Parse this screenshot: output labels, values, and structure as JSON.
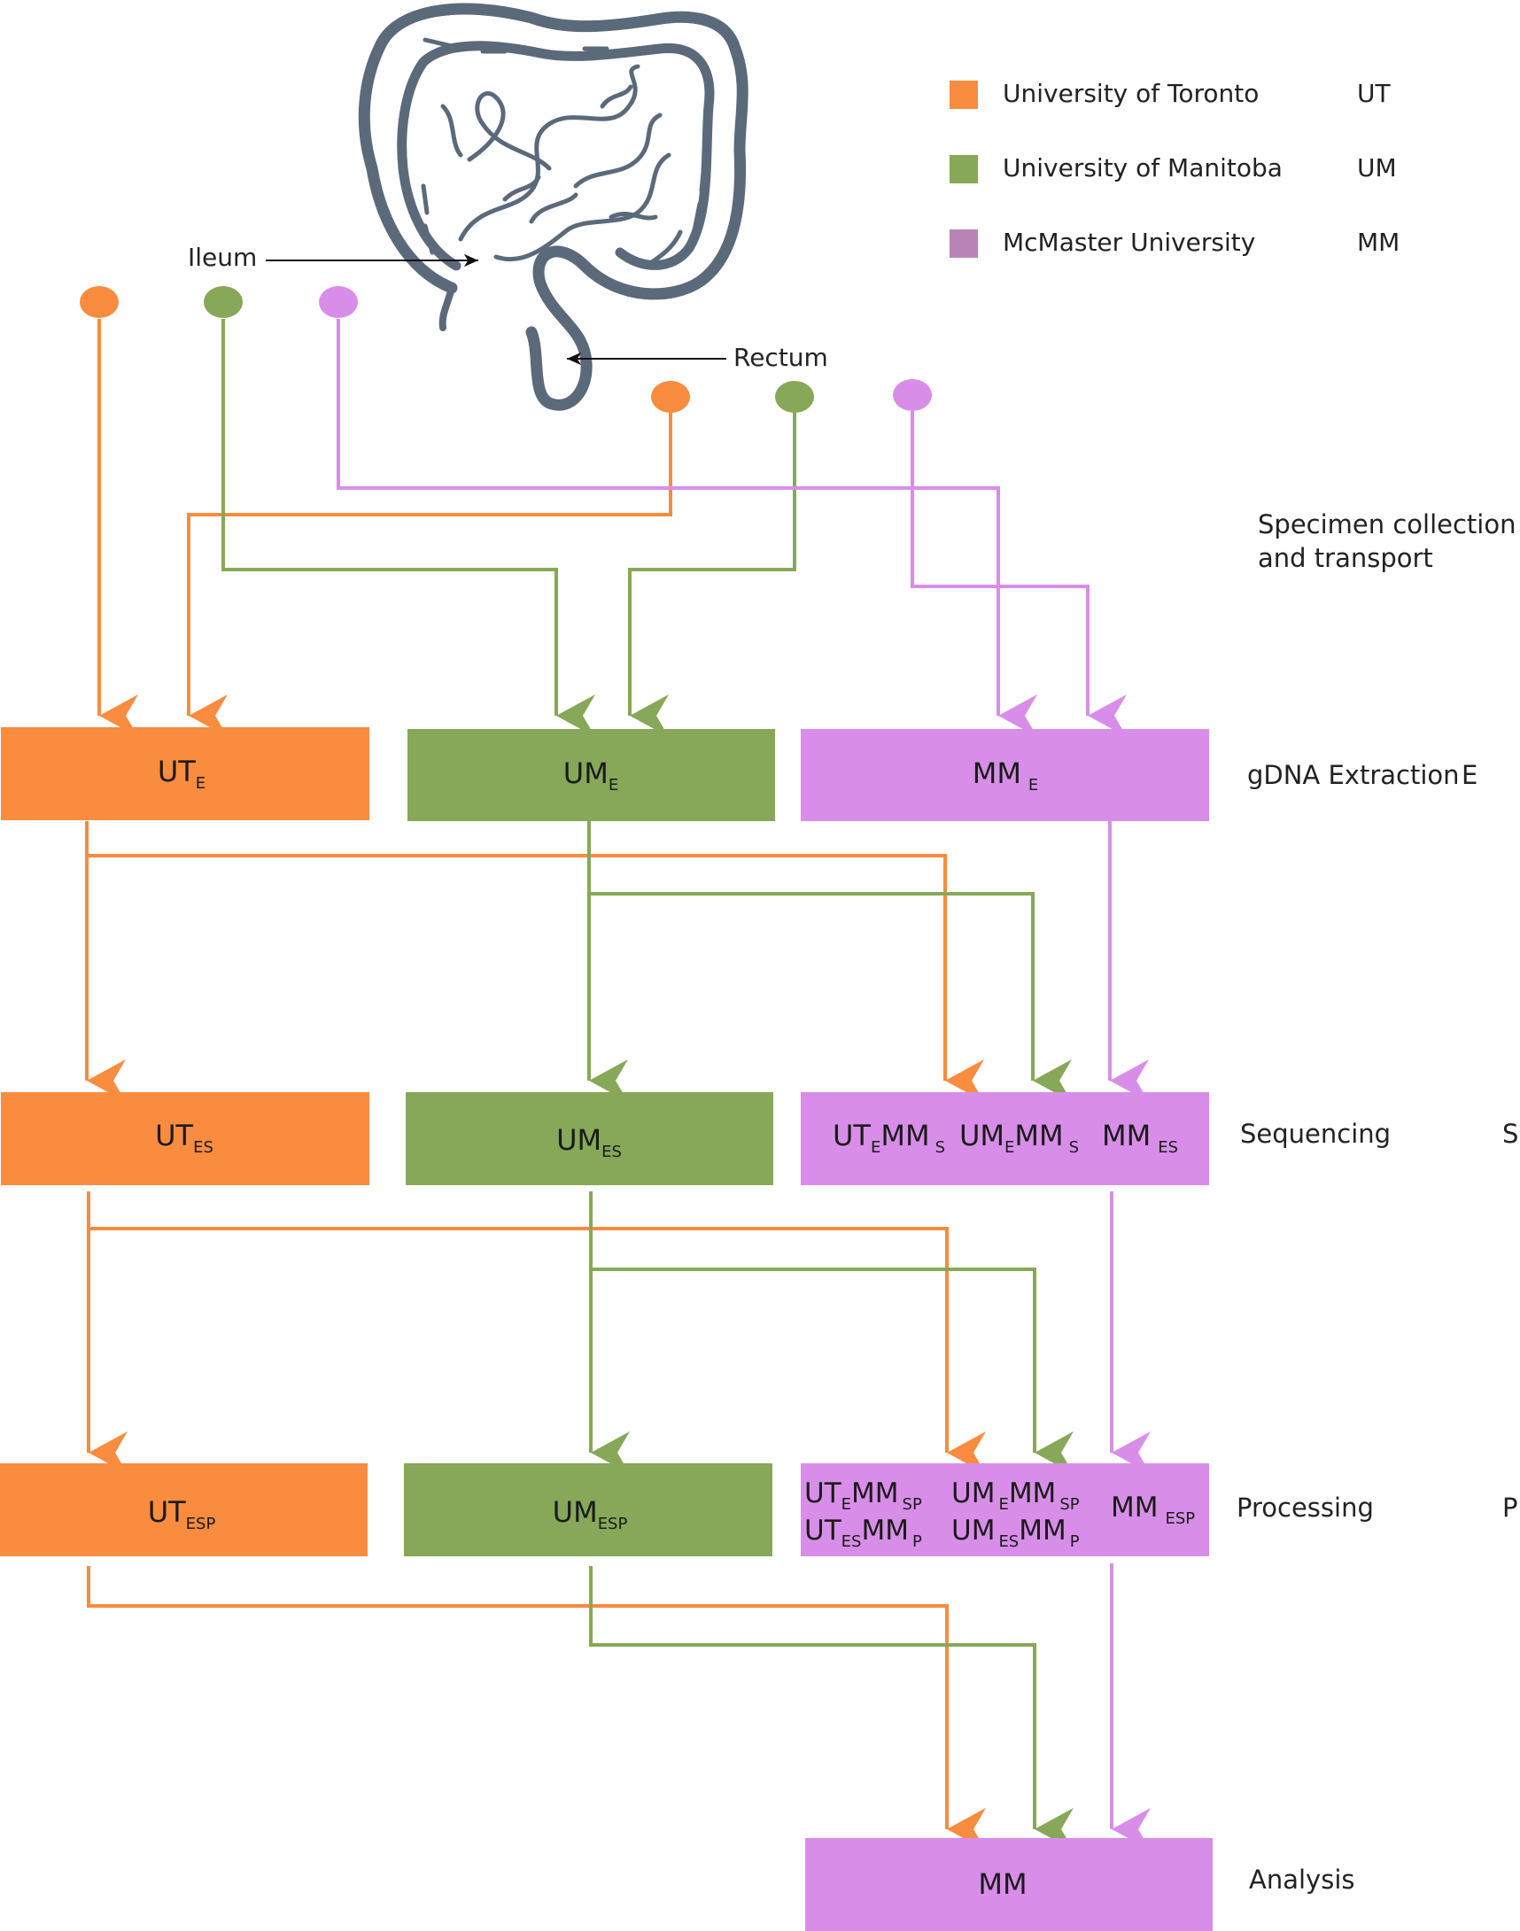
{
  "colors": {
    "ut": "#F98C3E",
    "um": "#86A858",
    "mm": "#D88EE8",
    "mm_legend": "#B983B5",
    "intestine": "#5B6A7A",
    "text": "#222222"
  },
  "legend": [
    {
      "name": "University of Toronto",
      "abbr": "UT"
    },
    {
      "name": "University of Manitoba",
      "abbr": "UM"
    },
    {
      "name": "McMaster University",
      "abbr": "MM"
    }
  ],
  "anatomy": {
    "ileum_label": "Ileum",
    "rectum_label": "Rectum"
  },
  "stages": {
    "collection_line1": "Specimen collection",
    "collection_line2": "and transport",
    "extraction": "gDNA Extraction",
    "extraction_code": "E",
    "sequencing": "Sequencing",
    "sequencing_code": "S",
    "processing": "Processing",
    "processing_code": "P",
    "analysis": "Analysis"
  },
  "boxes": {
    "ut_e": {
      "main": "UT",
      "sub": "E"
    },
    "um_e": {
      "main": "UM",
      "sub": "E"
    },
    "mm_e": {
      "main": "MM",
      "sub": "E"
    },
    "ut_es": {
      "main": "UT",
      "sub": "ES"
    },
    "um_es": {
      "main": "UM",
      "sub": "ES"
    },
    "mm_s_parts": [
      {
        "a": "UT",
        "as": "E",
        "b": "MM",
        "bs": "S"
      },
      {
        "a": "UM",
        "as": "E",
        "b": "MM",
        "bs": "S"
      },
      {
        "a": "MM",
        "as": "ES",
        "b": "",
        "bs": ""
      }
    ],
    "ut_esp": {
      "main": "UT",
      "sub": "ESP"
    },
    "um_esp": {
      "main": "UM",
      "sub": "ESP"
    },
    "mm_p_row1": [
      {
        "a": "UT",
        "as": "E",
        "b": "MM",
        "bs": "SP"
      },
      {
        "a": "UM",
        "as": "E",
        "b": "MM",
        "bs": "SP"
      }
    ],
    "mm_p_row2": [
      {
        "a": "UT",
        "as": "ES",
        "b": "MM",
        "bs": "P"
      },
      {
        "a": "UM",
        "as": "ES",
        "b": "MM",
        "bs": "P"
      }
    ],
    "mm_p_right": {
      "main": "MM",
      "sub": "ESP"
    },
    "final": {
      "main": "MM"
    }
  }
}
